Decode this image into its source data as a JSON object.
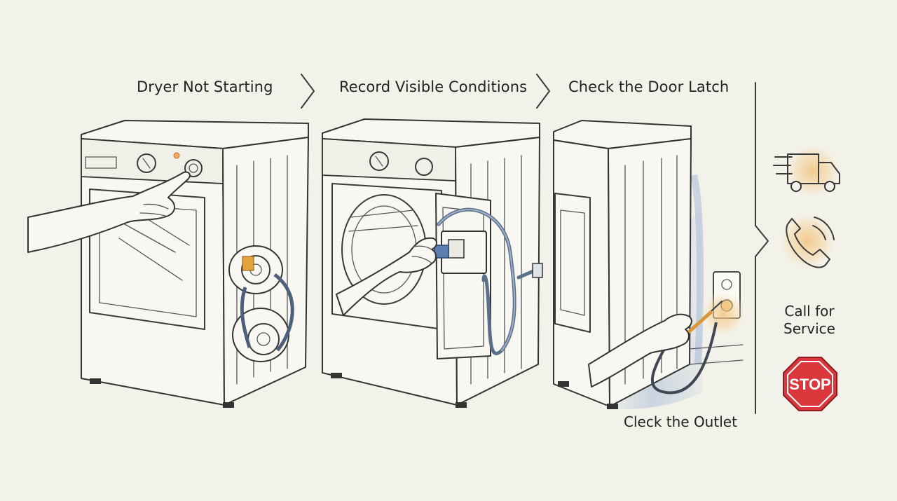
{
  "steps": [
    {
      "label": "Dryer Not Starting"
    },
    {
      "label": "Record Visible Conditions"
    },
    {
      "label": "Check the Door Latch"
    }
  ],
  "outlet_label": "Cleck the Outlet",
  "side_panel": {
    "service_label_line1": "Call for",
    "service_label_line2": "Service",
    "stop_sign_text": "STOP",
    "icons": [
      "delivery-truck-icon",
      "phone-icon",
      "stop-sign-icon"
    ]
  },
  "colors": {
    "background": "#f3f2ea",
    "ink": "#333333",
    "cord_blue": "#5b6f8a",
    "highlight_orange": "#f2c27b",
    "stop_red": "#d9373b",
    "shadow_blue": "#9fb6d6"
  }
}
